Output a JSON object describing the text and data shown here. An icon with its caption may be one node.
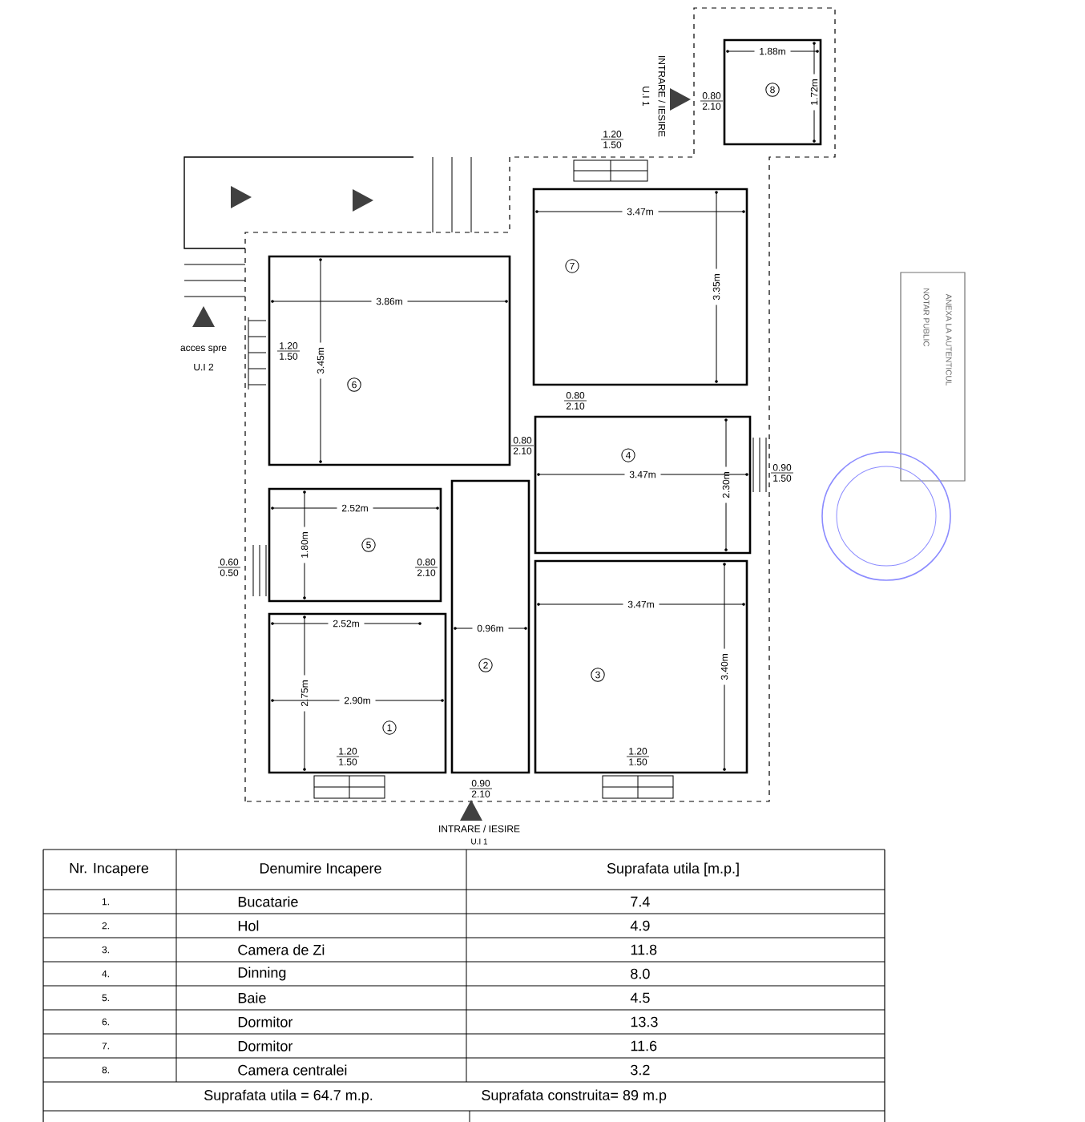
{
  "diagram": {
    "nodes": [
      {
        "text": [
          "1.88m",
          "8",
          "1.72m"
        ]
      },
      {
        "text": [
          "3.47m",
          "7",
          "3.35m"
        ]
      },
      {
        "text": [
          "3.86m",
          "3.45m",
          "6"
        ]
      },
      {
        "text": [
          "4",
          "3.47m",
          "2.30m"
        ]
      },
      {
        "text": [
          "2.52m",
          "1.80m",
          "5"
        ]
      },
      {
        "text": [
          "0.96m",
          "2"
        ]
      },
      {
        "text": [
          "3.47m",
          "3",
          "3.40m"
        ]
      },
      {
        "text": [
          "2.52m",
          "2.75m",
          "2.90m",
          "1"
        ]
      }
    ],
    "labels": [
      "INTRARE / IESIRE",
      "U.I 1",
      "0.80",
      "2.10",
      "1.20",
      "1.50",
      "acces spre",
      "U.I 2",
      "1.20",
      "1.50",
      "0.80",
      "2.10",
      "0.80",
      "2.10",
      "0.90",
      "1.50",
      "0.60",
      "0.50",
      "0.80",
      "2.10",
      "1.20",
      "1.50",
      "0.90",
      "2.10",
      "1.20",
      "1.50",
      "INTRARE / IESIRE",
      "U.I 1",
      "ANEXA LA AUTENTICUL",
      "NOTAR PUBLIC",
      "Nr. Incapere",
      "Denumire Incapere",
      "Suprafata utila  [m.p.]",
      "1.",
      "Bucatarie",
      "7.4",
      "2.",
      "Hol",
      "4.9",
      "3.",
      "Camera de Zi",
      "11.8",
      "4.",
      "Dinning",
      "8.0",
      "5.",
      "Baie",
      "4.5",
      "6.",
      "Dormitor",
      "13.3",
      "7.",
      "Dormitor",
      "11.6",
      "8.",
      "Camera centralei",
      "3.2",
      "Suprafata utila =  64.7 m.p.",
      "Suprafata construita=  89 m.p"
    ]
  }
}
